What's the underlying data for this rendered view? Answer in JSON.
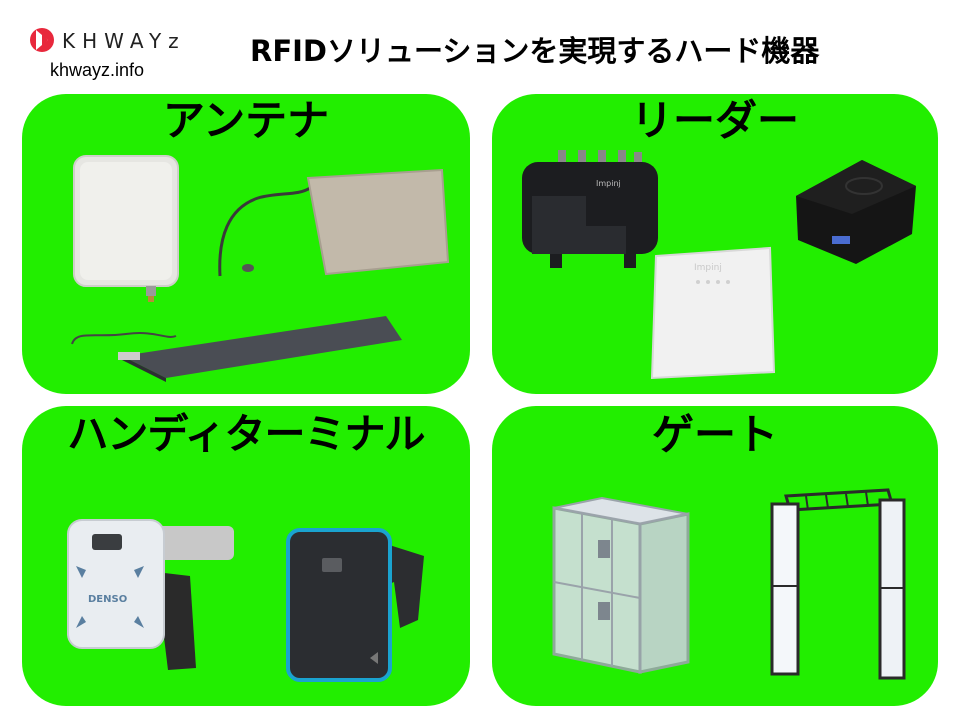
{
  "header": {
    "logo_text": "KHWAYz",
    "site_url": "khwayz.info",
    "title": "RFIDソリューションを実現するハード機器"
  },
  "panels": [
    {
      "title": "アンテナ"
    },
    {
      "title": "リーダー"
    },
    {
      "title": "ハンディターミナル"
    },
    {
      "title": "ゲート"
    }
  ],
  "devices": {
    "reader_brand": "Impinj",
    "handy_brand": "DENSO"
  },
  "colors": {
    "panel_background": "#22ee00",
    "logo_accent": "#e8283c",
    "text": "#000000"
  }
}
